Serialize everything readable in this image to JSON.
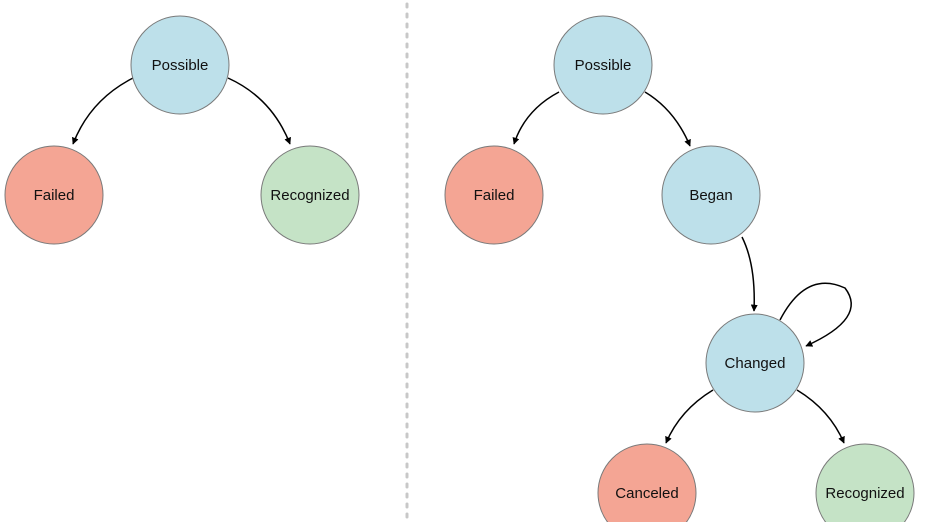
{
  "colors": {
    "neutral_state": "#bde0ea",
    "failure_state": "#f4a594",
    "success_state": "#c5e3c6",
    "edge": "#000000",
    "divider": "#c8c8c8"
  },
  "left_machine": {
    "states": {
      "possible": "Possible",
      "failed": "Failed",
      "recognized": "Recognized"
    }
  },
  "right_machine": {
    "states": {
      "possible": "Possible",
      "failed": "Failed",
      "began": "Began",
      "changed": "Changed",
      "canceled": "Canceled",
      "recognized": "Recognized"
    }
  }
}
